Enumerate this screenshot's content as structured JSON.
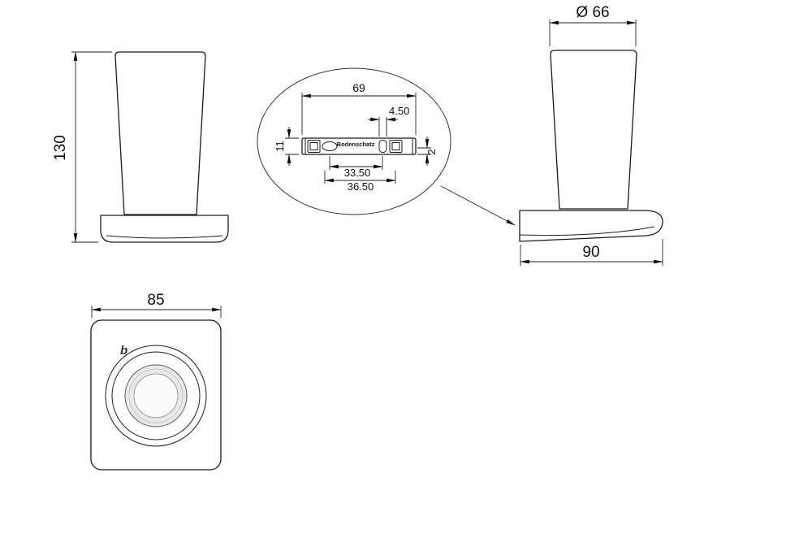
{
  "views": {
    "front": {
      "height": "130"
    },
    "side": {
      "diameter": "Ø 66",
      "base_width": "90"
    },
    "top": {
      "width": "85",
      "logo": "b"
    },
    "detail": {
      "total_width": "69",
      "hole_offset": "4.50",
      "bracket_height": "11",
      "hole_spacing": "33.50",
      "slot_spacing": "36.50",
      "plate_thickness": "2",
      "brand": "Bodenschatz"
    }
  }
}
